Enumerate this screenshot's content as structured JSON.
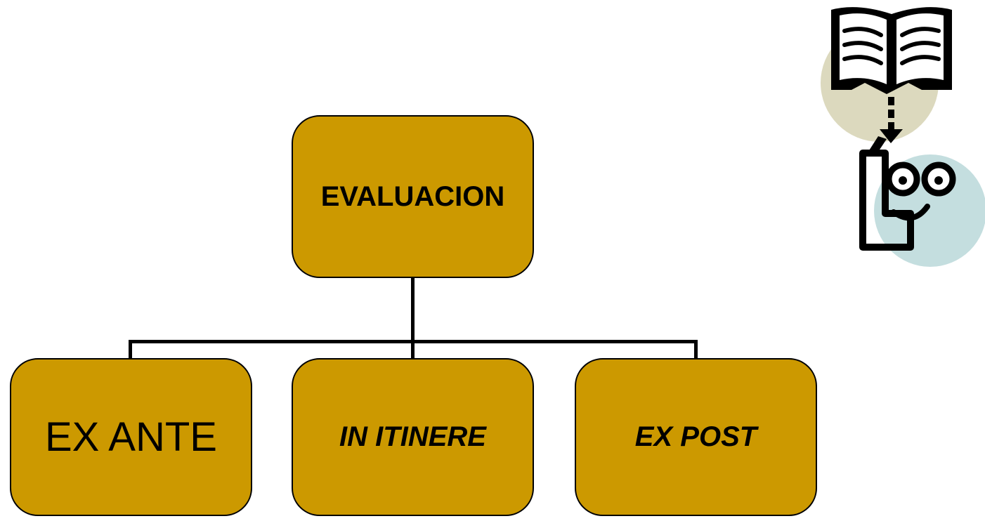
{
  "colors": {
    "node_fill": "#CC9900",
    "stroke": "#000000",
    "clip_bg_top": "#DCD9BE",
    "clip_bg_bottom": "#C4DEDF"
  },
  "root": {
    "label": "EVALUACION"
  },
  "children": [
    {
      "label": "EX ANTE"
    },
    {
      "label": "IN ITINERE"
    },
    {
      "label": "EX POST"
    }
  ],
  "clipart": {
    "icons": [
      "open-book-icon",
      "down-arrow-icon",
      "reading-face-icon"
    ]
  }
}
